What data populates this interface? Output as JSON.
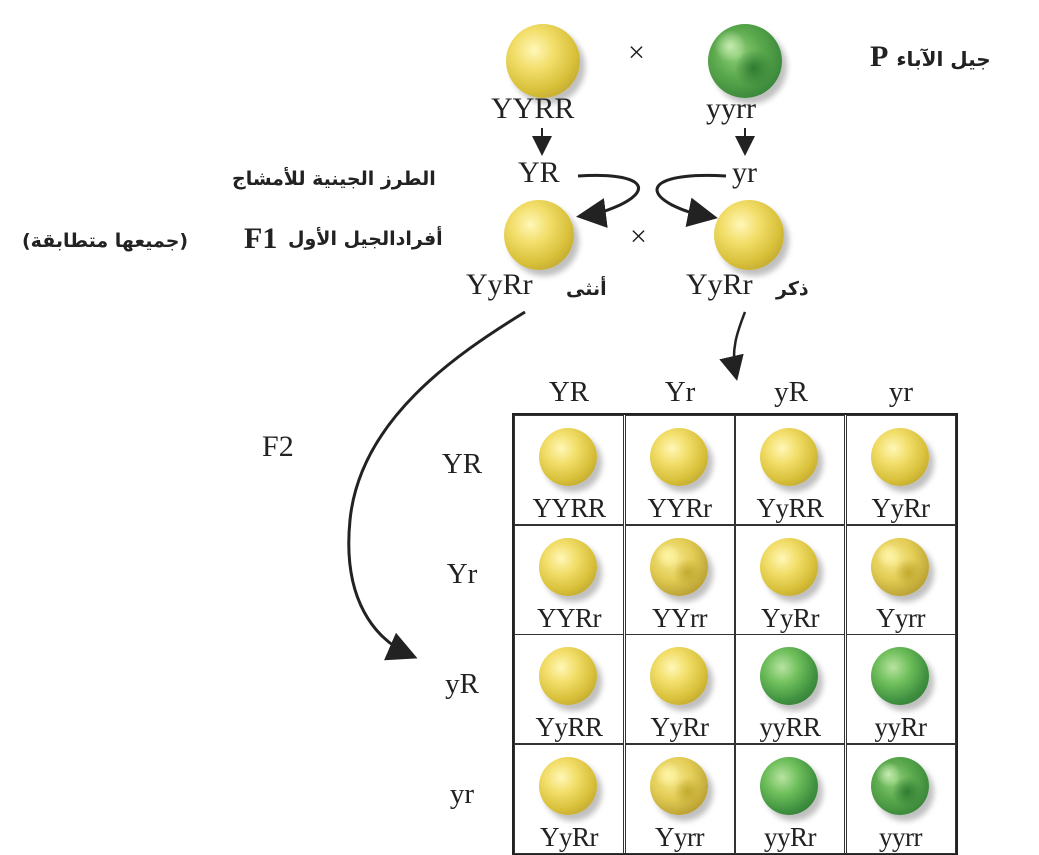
{
  "parents": {
    "label_ar": "جيل الآباء",
    "label_p": "P",
    "left": {
      "genotype": "YYRR",
      "color": "yellow",
      "shape": "round"
    },
    "right": {
      "genotype": "yyrr",
      "color": "green",
      "shape": "wrinkled"
    },
    "cross": "×"
  },
  "gametes": {
    "label_ar": "الطرز الجينية للأمشاج",
    "left": "YR",
    "right": "yr"
  },
  "f1": {
    "label_ar": "أفرادالجيل الأول",
    "label_f": "F",
    "label_sub": "1",
    "note_ar": "(جميعها متطابقة)",
    "cross": "×",
    "female_label": "أنثى",
    "female_genotype": "YyRr",
    "male_label": "ذكر",
    "male_genotype": "YyRr"
  },
  "f2": {
    "label_f": "F",
    "label_sub": "2",
    "col_headers": [
      "YR",
      "Yr",
      "yR",
      "yr"
    ],
    "row_headers": [
      "YR",
      "Yr",
      "yR",
      "yr"
    ],
    "cells": [
      [
        {
          "g": "YYRR",
          "c": "yellow",
          "s": "round"
        },
        {
          "g": "YYRr",
          "c": "yellow",
          "s": "round"
        },
        {
          "g": "YyRR",
          "c": "yellow",
          "s": "round"
        },
        {
          "g": "YyRr",
          "c": "yellow",
          "s": "round"
        }
      ],
      [
        {
          "g": "YYRr",
          "c": "yellow",
          "s": "round"
        },
        {
          "g": "YYrr",
          "c": "yellow",
          "s": "wrinkled"
        },
        {
          "g": "YyRr",
          "c": "yellow",
          "s": "round"
        },
        {
          "g": "Yyrr",
          "c": "yellow",
          "s": "wrinkled"
        }
      ],
      [
        {
          "g": "YyRR",
          "c": "yellow",
          "s": "round"
        },
        {
          "g": "YyRr",
          "c": "yellow",
          "s": "round"
        },
        {
          "g": "yyRR",
          "c": "green",
          "s": "round"
        },
        {
          "g": "yyRr",
          "c": "green",
          "s": "round"
        }
      ],
      [
        {
          "g": "YyRr",
          "c": "yellow",
          "s": "round"
        },
        {
          "g": "Yyrr",
          "c": "yellow",
          "s": "wrinkled"
        },
        {
          "g": "yyRr",
          "c": "green",
          "s": "round"
        },
        {
          "g": "yyrr",
          "c": "green",
          "s": "wrinkled"
        }
      ]
    ]
  },
  "colors": {
    "yellow": "#e6cf5a",
    "green": "#4fa048",
    "line": "#222222"
  }
}
